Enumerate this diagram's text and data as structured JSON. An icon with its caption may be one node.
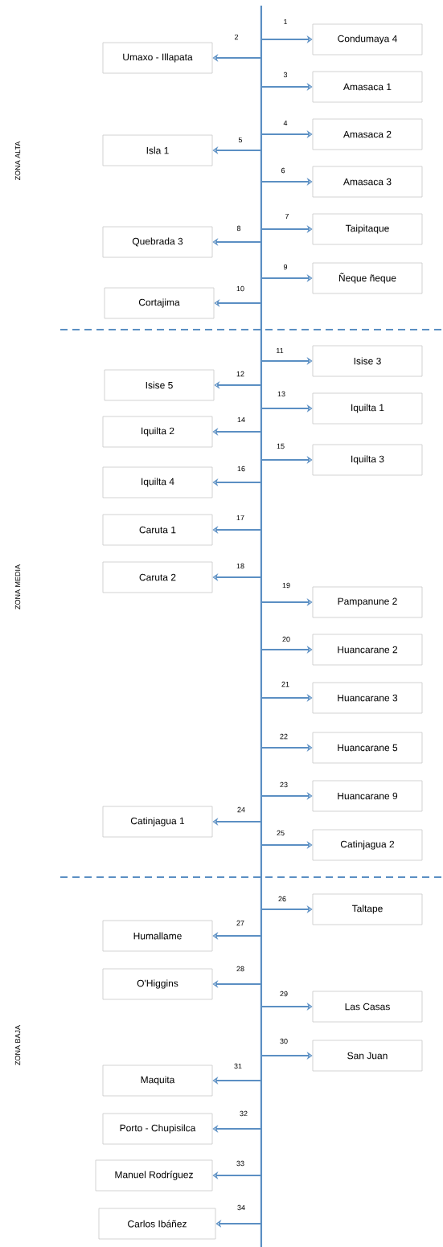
{
  "diagram": {
    "nodes": [
      {
        "text": [
          "Condumaya 4"
        ]
      },
      {
        "text": [
          "Umaxo - Illapata"
        ]
      },
      {
        "text": [
          "Amasaca 1"
        ]
      },
      {
        "text": [
          "Amasaca 2"
        ]
      },
      {
        "text": [
          "Isla 1"
        ]
      },
      {
        "text": [
          "Amasaca 3"
        ]
      },
      {
        "text": [
          "Taipitaque"
        ]
      },
      {
        "text": [
          "Quebrada 3"
        ]
      },
      {
        "text": [
          "Ñeque ñeque"
        ]
      },
      {
        "text": [
          "Cortajima"
        ]
      },
      {
        "text": [
          "Isise 3"
        ]
      },
      {
        "text": [
          "Isise 5"
        ]
      },
      {
        "text": [
          "Iquilta 1"
        ]
      },
      {
        "text": [
          "Iquilta 2"
        ]
      },
      {
        "text": [
          "Iquilta 3"
        ]
      },
      {
        "text": [
          "Iquilta 4"
        ]
      },
      {
        "text": [
          "Caruta 1"
        ]
      },
      {
        "text": [
          "Caruta 2"
        ]
      },
      {
        "text": [
          "Pampanune 2"
        ]
      },
      {
        "text": [
          "Huancarane 2"
        ]
      },
      {
        "text": [
          "Huancarane 3"
        ]
      },
      {
        "text": [
          "Huancarane 5"
        ]
      },
      {
        "text": [
          "Huancarane 9"
        ]
      },
      {
        "text": [
          "Catinjagua 1"
        ]
      },
      {
        "text": [
          "Catinjagua 2"
        ]
      },
      {
        "text": [
          "Taltape"
        ]
      },
      {
        "text": [
          "Humallame"
        ]
      },
      {
        "text": [
          "O'Higgins"
        ]
      },
      {
        "text": [
          "Las Casas"
        ]
      },
      {
        "text": [
          "San Juan"
        ]
      },
      {
        "text": [
          "Maquita"
        ]
      },
      {
        "text": [
          "Porto - Chupisilca"
        ]
      },
      {
        "text": [
          "Manuel Rodríguez"
        ]
      },
      {
        "text": [
          "Carlos Ibáñez"
        ]
      }
    ],
    "edges": [
      {
        "from": null,
        "to": 0,
        "arrow": "to",
        "label": "1"
      },
      {
        "from": null,
        "to": 1,
        "arrow": "to",
        "label": "2"
      },
      {
        "from": null,
        "to": 2,
        "arrow": "to",
        "label": "3"
      },
      {
        "from": null,
        "to": 3,
        "arrow": "to",
        "label": "4"
      },
      {
        "from": null,
        "to": 4,
        "arrow": "to",
        "label": "5"
      },
      {
        "from": null,
        "to": 5,
        "arrow": "to",
        "label": "6"
      },
      {
        "from": null,
        "to": 6,
        "arrow": "to",
        "label": "7"
      },
      {
        "from": null,
        "to": 7,
        "arrow": "to",
        "label": "8"
      },
      {
        "from": null,
        "to": 8,
        "arrow": "to",
        "label": "9"
      },
      {
        "from": null,
        "to": 9,
        "arrow": "to",
        "label": "10"
      },
      {
        "from": null,
        "to": 10,
        "arrow": "to",
        "label": "11"
      },
      {
        "from": null,
        "to": 11,
        "arrow": "to",
        "label": "12"
      },
      {
        "from": null,
        "to": 12,
        "arrow": "to",
        "label": "13"
      },
      {
        "from": null,
        "to": 13,
        "arrow": "to",
        "label": "14"
      },
      {
        "from": null,
        "to": 14,
        "arrow": "to",
        "label": "15"
      },
      {
        "from": null,
        "to": 15,
        "arrow": "to",
        "label": "16"
      },
      {
        "from": null,
        "to": 16,
        "arrow": "to",
        "label": "17"
      },
      {
        "from": null,
        "to": 17,
        "arrow": "to",
        "label": "18"
      },
      {
        "from": null,
        "to": 18,
        "arrow": "to",
        "label": "19"
      },
      {
        "from": null,
        "to": 19,
        "arrow": "to",
        "label": "20"
      },
      {
        "from": null,
        "to": 20,
        "arrow": "to",
        "label": "21"
      },
      {
        "from": null,
        "to": 21,
        "arrow": "to",
        "label": "22"
      },
      {
        "from": null,
        "to": 22,
        "arrow": "to",
        "label": "23"
      },
      {
        "from": null,
        "to": 23,
        "arrow": "to",
        "label": "24"
      },
      {
        "from": null,
        "to": 24,
        "arrow": "to",
        "label": "25"
      },
      {
        "from": null,
        "to": 25,
        "arrow": "to",
        "label": "26"
      },
      {
        "from": null,
        "to": 26,
        "arrow": "to",
        "label": "27"
      },
      {
        "from": null,
        "to": 27,
        "arrow": "to",
        "label": "28"
      },
      {
        "from": null,
        "to": 28,
        "arrow": "to",
        "label": "29"
      },
      {
        "from": null,
        "to": 29,
        "arrow": "to",
        "label": "30"
      },
      {
        "from": null,
        "to": 30,
        "arrow": "to",
        "label": "31"
      },
      {
        "from": null,
        "to": 31,
        "arrow": "to",
        "label": "32"
      },
      {
        "from": null,
        "to": 32,
        "arrow": "to",
        "label": "33"
      },
      {
        "from": null,
        "to": 33,
        "arrow": "to",
        "label": "34"
      }
    ],
    "labels": [
      "ZONA ALTA",
      "ZONA MEDIA",
      "ZONA BAJA"
    ]
  }
}
